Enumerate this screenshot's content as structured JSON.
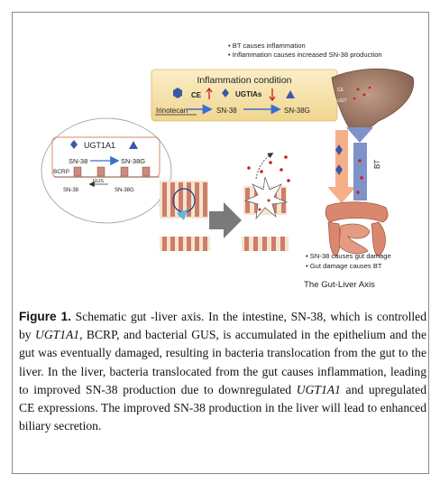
{
  "diagram": {
    "inflammation_box": {
      "title": "Inflammation condition",
      "ce_label": "CE",
      "ugtia_label": "UGTIAs",
      "irinotecan_label": "Irinotecan",
      "sn38_label": "SN-38",
      "sn38g_label": "SN-38G"
    },
    "liver_notes": [
      "• BT causes inflammation",
      "• Inflammation causes increased SN-38 production"
    ],
    "liver_labels": {
      "ce": "CE",
      "ugt": "UGT"
    },
    "gut_zoom": {
      "ugt_label": "UGT1A1",
      "sn38_label": "SN-38",
      "sn38g_label": "SN-38G",
      "bcrp_label": "BCRP",
      "gus_label": "GUS",
      "lower_sn38": "SN-38",
      "lower_sn38g": "SN-38G"
    },
    "bt_label": "BT",
    "gut_notes": [
      "• SN-38 causes gut damage",
      "• Gut damage causes BT"
    ],
    "axis_title": "The Gut-Liver Axis",
    "colors": {
      "inflammation_fill": "#f7e0a8",
      "arrow_orange": "#f5b08a",
      "arrow_blue": "#7f93c8",
      "liver": "#a8806a",
      "bacteria": "#cc1e1e",
      "marker_blue": "#3a5aa8"
    }
  },
  "caption": {
    "figure_label": "Figure 1.",
    "text_1": " Schematic gut -liver axis. In the intestine, SN-38, which is controlled by ",
    "ugt_italic_1": "UGT1A1",
    "text_2": ", BCRP, and bacterial GUS, is accumulated in the epithelium and the gut was eventually damaged, resulting in bacteria translocation from the gut to the liver. In the liver, bacteria translocated from the gut causes inflammation, leading to improved SN-38 production due to downregulated ",
    "ugt_italic_2": "UGT1A1",
    "text_3": " and upregulated CE expressions. The improved SN-38 production in the liver will lead to enhanced biliary secretion."
  }
}
